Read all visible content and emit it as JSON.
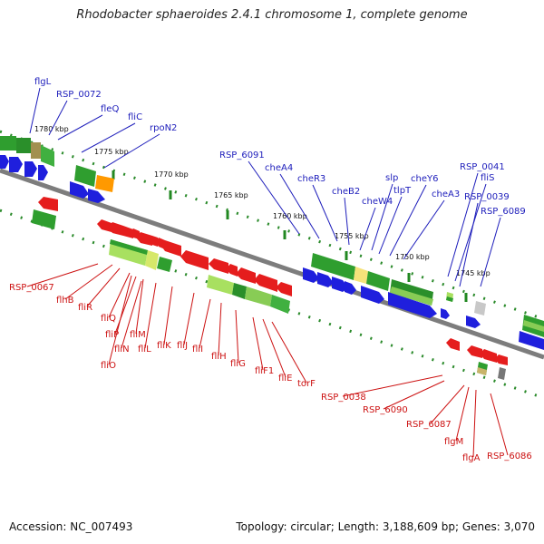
{
  "title": "Rhodobacter sphaeroides 2.4.1 chromosome 1, complete genome",
  "footer": {
    "accession": "Accession: NC_007493",
    "summary": "Topology: circular; Length: 3,188,609 bp; Genes: 3,070"
  },
  "colors": {
    "plus_label": "#1d1dbb",
    "minus_label": "#cc1111",
    "forward_gene": "#1f1fdd",
    "reverse_gene": "#e51d1d",
    "rna_green": "#2f9e2f",
    "light_green": "#a8e060",
    "tick_green": "#218821",
    "backbone": "#888888"
  },
  "scale_labels": [
    "1780 kbp",
    "1775 kbp",
    "1770 kbp",
    "1765 kbp",
    "1760 kbp",
    "1755 kbp",
    "1750 kbp",
    "1745 kbp"
  ],
  "top_labels": [
    "flgL",
    "RSP_0072",
    "fleQ",
    "fliC",
    "rpoN2",
    "RSP_6091",
    "cheA4",
    "cheR3",
    "cheB2",
    "slp",
    "cheW4",
    "tlpT",
    "cheY6",
    "cheA3",
    "RSP_0041",
    "fliS",
    "RSP_0039",
    "RSP_6089"
  ],
  "bottom_labels": [
    "RSP_0067",
    "flhB",
    "fliR",
    "fliQ",
    "fliP",
    "fliM",
    "fliN",
    "fliO",
    "fliL",
    "fliK",
    "fliJ",
    "fliI",
    "fliH",
    "fliG",
    "fliF1",
    "fliE",
    "torF",
    "RSP_0038",
    "RSP_6090",
    "RSP_6087",
    "flgM",
    "flgA",
    "RSP_6086"
  ]
}
